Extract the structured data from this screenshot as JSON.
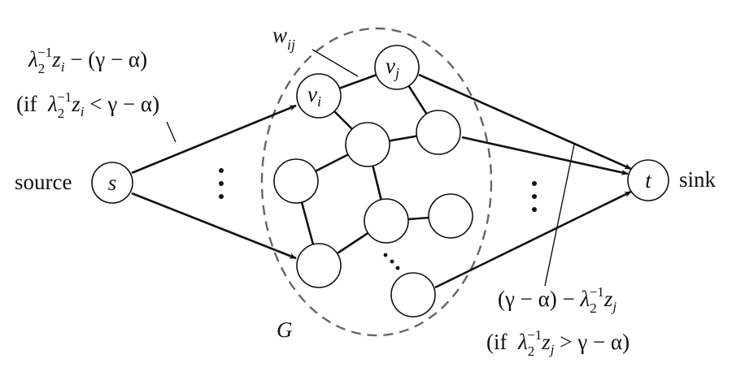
{
  "source_label": "source",
  "sink_label": "sink",
  "nodes": {
    "s": "s",
    "t": "t",
    "vi": {
      "base": "v",
      "sub": "i"
    },
    "vj": {
      "base": "v",
      "sub": "j"
    }
  },
  "edge_weight_label": {
    "base": "w",
    "sub": "ij"
  },
  "graph_label": "G",
  "left_label": {
    "line1": {
      "lambda": "λ",
      "sub": "2",
      "sup": "−1",
      "z": "z",
      "zsub": "i",
      "rest": " − (γ − α)"
    },
    "line2": {
      "open": "(if  ",
      "lambda": "λ",
      "sub": "2",
      "sup": "−1",
      "z": "z",
      "zsub": "i",
      "rest": " < γ − α)"
    }
  },
  "right_label": {
    "line1": {
      "pre": "(γ − α) − ",
      "lambda": "λ",
      "sub": "2",
      "sup": "−1",
      "z": "z",
      "zsub": "j"
    },
    "line2": {
      "open": "(if  ",
      "lambda": "λ",
      "sub": "2",
      "sup": "−1",
      "z": "z",
      "zsub": "j",
      "rest": " > γ − α)"
    }
  },
  "colors": {
    "ink": "#111111",
    "dashed_boundary": "#666666"
  }
}
